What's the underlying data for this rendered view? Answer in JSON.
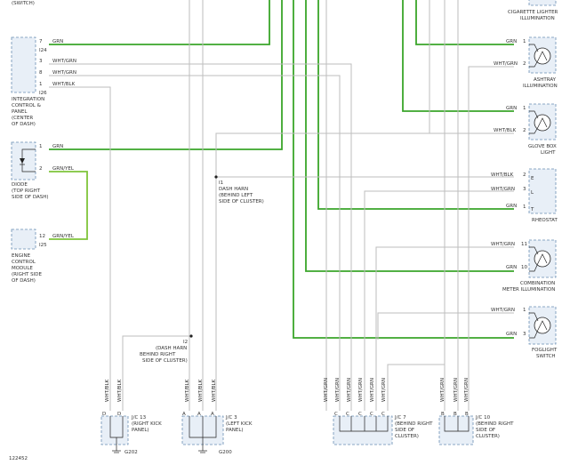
{
  "top_labels": {
    "switch_fragment": "(SWITCH)",
    "cig_lighter": [
      "CIGARETTE LIGHTER",
      "ILLUMINATION"
    ]
  },
  "integration_panel": {
    "label": [
      "INTEGRATION",
      "CONTROL &",
      "PANEL",
      "(CENTER",
      "OF DASH)"
    ],
    "pins": [
      {
        "pin": "7",
        "conn": "I24",
        "wire": "GRN"
      },
      {
        "pin": "3",
        "conn": "",
        "wire": "WHT/GRN"
      },
      {
        "pin": "8",
        "conn": "",
        "wire": "WHT/GRN"
      },
      {
        "pin": "1",
        "conn": "I26",
        "wire": "WHT/BLK"
      }
    ]
  },
  "diode": {
    "label": [
      "DIODE",
      "(TOP RIGHT",
      "SIDE OF DASH)"
    ],
    "pins": [
      {
        "pin": "1",
        "wire": "GRN"
      },
      {
        "pin": "2",
        "wire": "GRN/YEL"
      }
    ]
  },
  "ecm": {
    "label": [
      "ENGINE",
      "CONTROL",
      "MODULE",
      "(RIGHT SIDE",
      "OF DASH)"
    ],
    "pin": "12",
    "conn": "I25",
    "wire": "GRN/YEL"
  },
  "dash_harness_1": {
    "id": "I1",
    "lines": [
      "DASH HARN",
      "(BEHIND LEFT",
      "SIDE OF CLUSTER)"
    ]
  },
  "dash_harness_2": {
    "id": "I2",
    "lines": [
      "(DASH HARN",
      "BEHIND RIGHT",
      "SIDE OF CLUSTER)"
    ]
  },
  "right_components": {
    "ashtray": {
      "label": [
        "ASHTRAY",
        "ILLUMINATION"
      ],
      "pins": [
        {
          "pin": "1",
          "wire": "GRN"
        },
        {
          "pin": "2",
          "wire": "WHT/GRN"
        }
      ]
    },
    "glove_box": {
      "label": [
        "GLOVE BOX",
        "LIGHT"
      ],
      "pins": [
        {
          "pin": "1",
          "wire": "GRN"
        },
        {
          "pin": "2",
          "wire": "WHT/BLK"
        }
      ]
    },
    "rheostat": {
      "label": [
        "RHEOSTAT"
      ],
      "pins": [
        {
          "pin": "2",
          "wire": "WHT/BLK",
          "term": "E"
        },
        {
          "pin": "3",
          "wire": "WHT/GRN",
          "term": "L"
        },
        {
          "pin": "1",
          "wire": "GRN",
          "term": "T"
        }
      ]
    },
    "combination_meter": {
      "label": [
        "COMBINATION",
        "METER ILLUMINATION"
      ],
      "pins": [
        {
          "pin": "11",
          "wire": "WHT/GRN"
        },
        {
          "pin": "10",
          "wire": "GRN"
        }
      ]
    },
    "foglight": {
      "label": [
        "FOGLIGHT",
        "SWITCH"
      ],
      "pins": [
        {
          "pin": "1",
          "wire": "WHT/GRN"
        },
        {
          "pin": "3",
          "wire": "GRN"
        }
      ]
    }
  },
  "junctions": {
    "jc13": {
      "label": [
        "J/C 13",
        "(RIGHT KICK",
        "PANEL)"
      ],
      "wires": [
        "WHT/BLK",
        "WHT/BLK"
      ],
      "pins": [
        "D",
        "D"
      ],
      "ground": "G202"
    },
    "jc3": {
      "label": [
        "J/C 3",
        "(LEFT KICK",
        "PANEL)"
      ],
      "wires": [
        "WHT/BLK",
        "WHT/BLK",
        "WHT/BLK"
      ],
      "pins": [
        "A",
        "A",
        "A"
      ],
      "ground": "G200"
    },
    "jc7": {
      "label": [
        "J/C 7",
        "(BEHIND RIGHT",
        "SIDE OF",
        "CLUSTER)"
      ],
      "wires": [
        "WHT/GRN",
        "WHT/GRN",
        "WHT/GRN",
        "WHT/GRN",
        "WHT/GRN",
        "WHT/GRN"
      ],
      "pins": [
        "C",
        "C",
        "C",
        "C",
        "C",
        "C"
      ]
    },
    "jc10": {
      "label": [
        "J/C 10",
        "(BEHIND RIGHT",
        "SIDE OF",
        "CLUSTER)"
      ],
      "wires": [
        "WHT/GRN",
        "WHT/GRN",
        "WHT/GRN"
      ],
      "pins": [
        "B",
        "B",
        "B"
      ]
    }
  },
  "figure_id": "122452"
}
